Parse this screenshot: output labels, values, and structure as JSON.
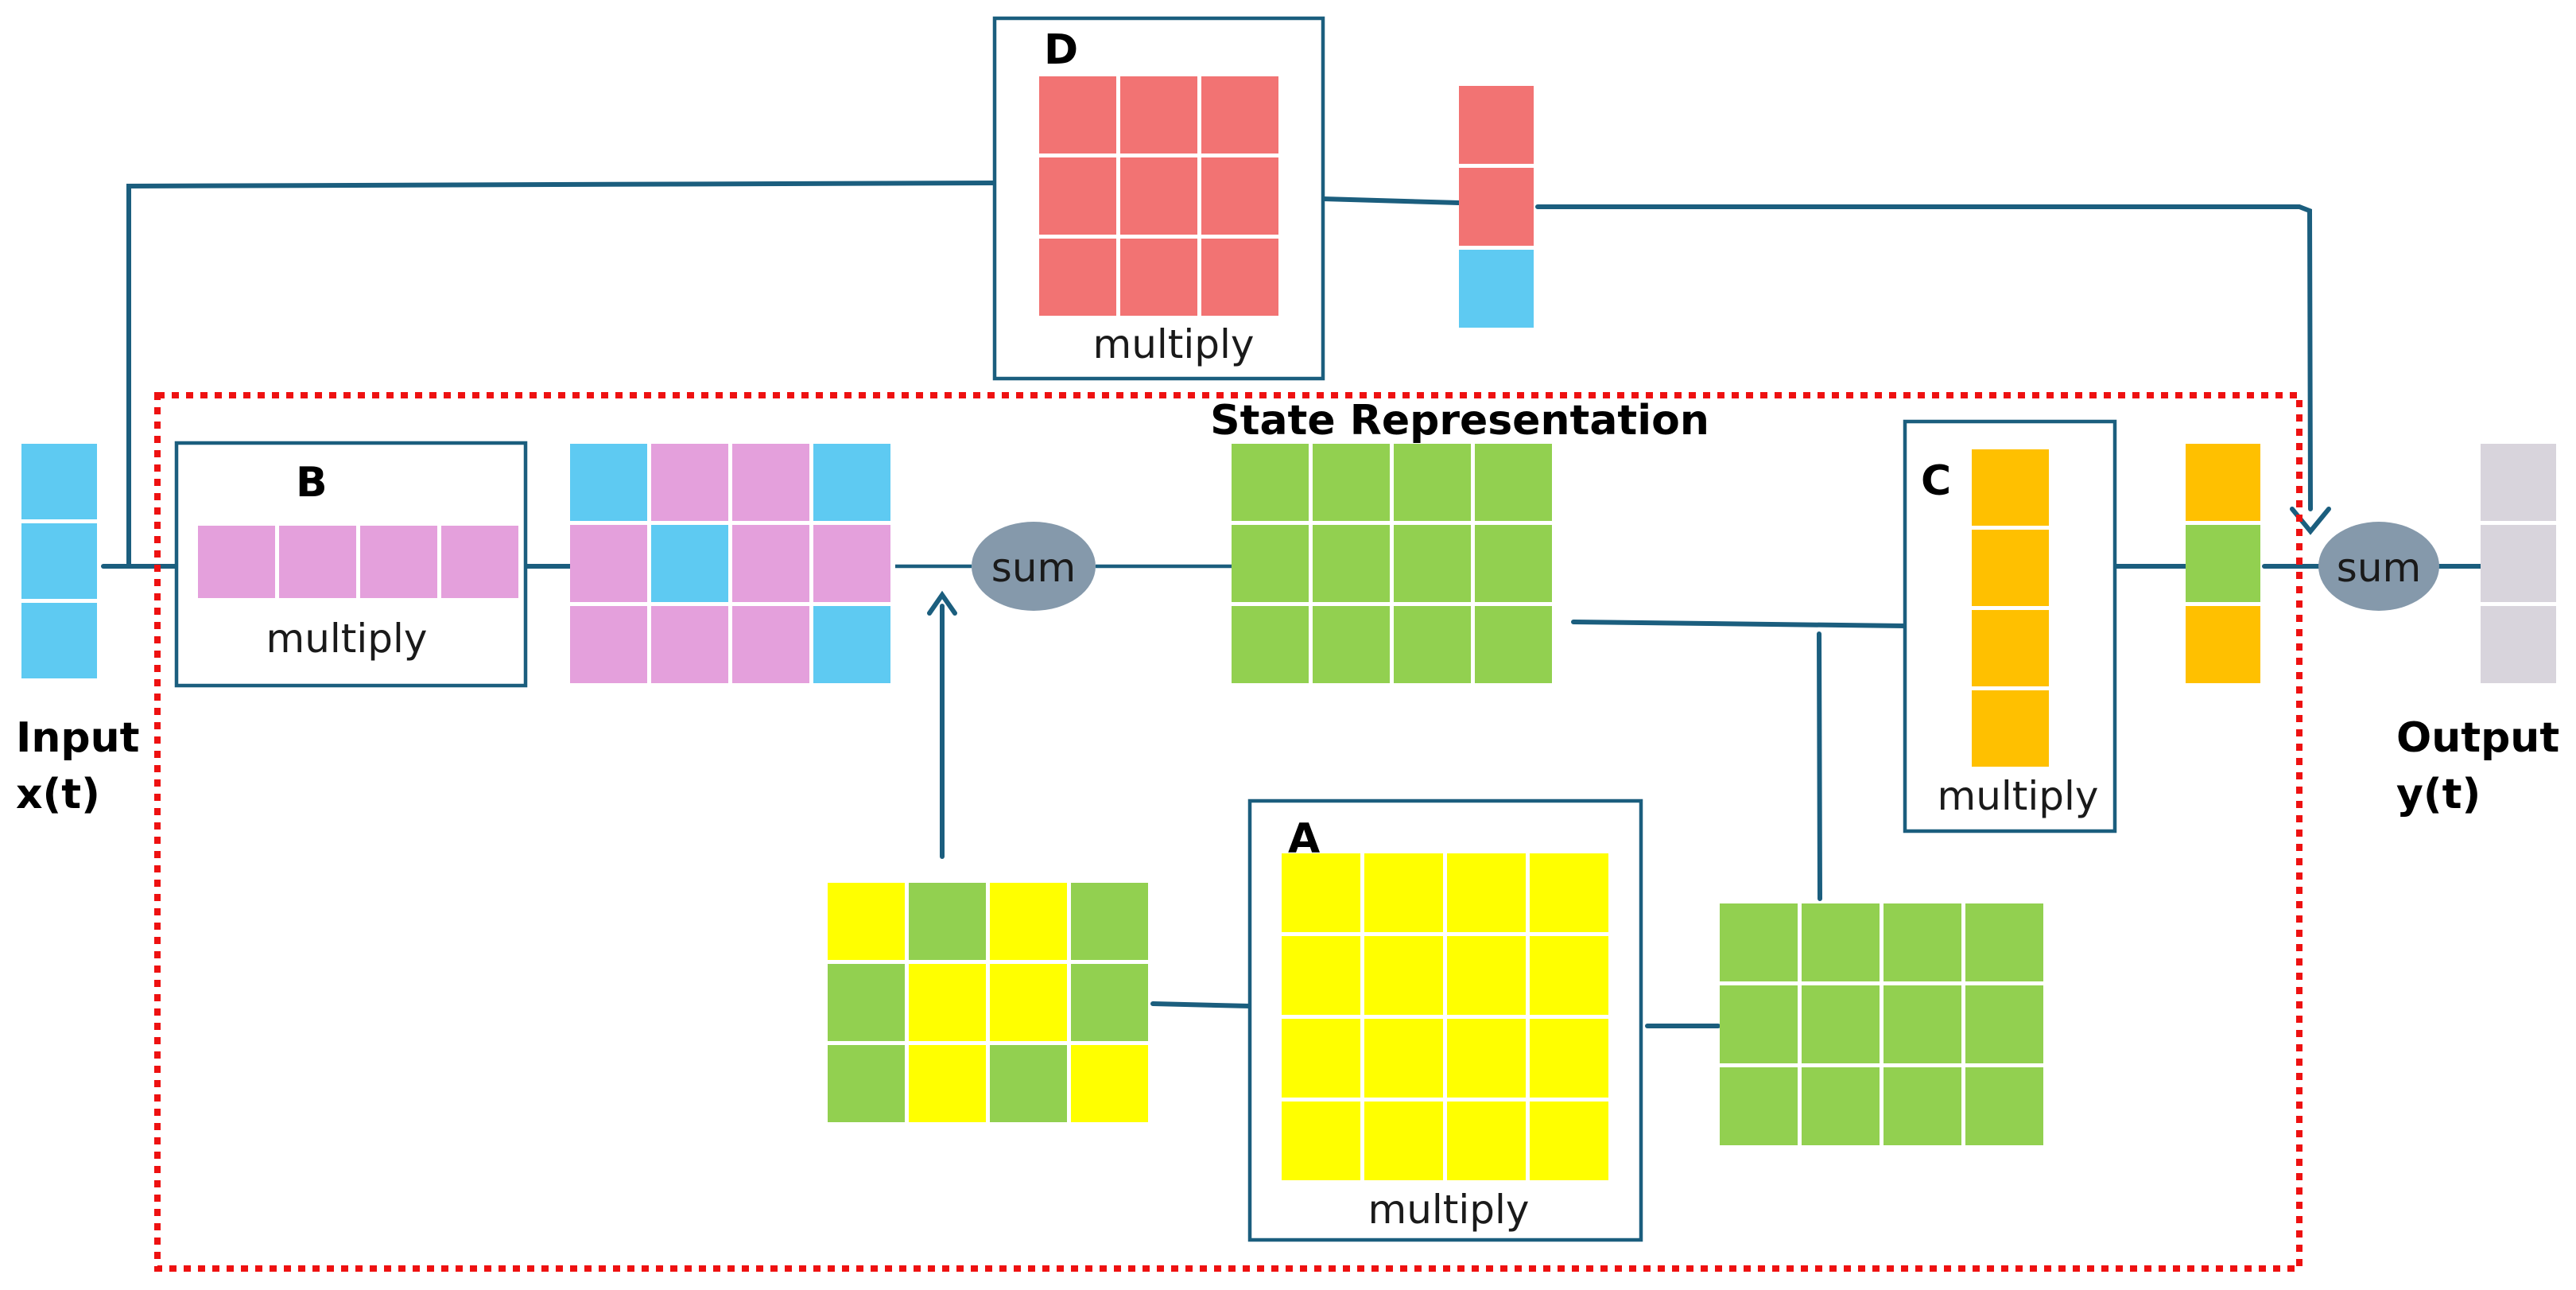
{
  "labels": {
    "input_line1": "Input",
    "input_line2": "x(t)",
    "output_line1": "Output",
    "output_line2": "y(t)",
    "state_region": "State Representation",
    "matrix_a": "A",
    "matrix_b": "B",
    "matrix_c": "C",
    "matrix_d": "D",
    "multiply_a": "multiply",
    "multiply_b": "multiply",
    "multiply_c": "multiply",
    "multiply_d": "multiply",
    "sum_state": "sum",
    "sum_output": "sum"
  },
  "colors": {
    "blue": "#5ecaf2",
    "pink": "#e4a0dc",
    "green": "#92d050",
    "yellow": "#ffff00",
    "orange": "#ffc000",
    "red": "#f27373",
    "gray": "#d8d4dc",
    "wire": "#1b5e7e",
    "region": "#ee1111",
    "sum_node": "#8599ab"
  },
  "matrices": {
    "input_vector": [
      [
        "b"
      ],
      [
        "b"
      ],
      [
        "b"
      ]
    ],
    "b_matrix": [
      [
        "p",
        "p",
        "p",
        "p"
      ]
    ],
    "bx_product": [
      [
        "b",
        "p",
        "p",
        "b"
      ],
      [
        "p",
        "b",
        "p",
        "p"
      ],
      [
        "p",
        "p",
        "p",
        "b"
      ]
    ],
    "state": [
      [
        "g",
        "g",
        "g",
        "g"
      ],
      [
        "g",
        "g",
        "g",
        "g"
      ],
      [
        "g",
        "g",
        "g",
        "g"
      ]
    ],
    "c_matrix": [
      [
        "o"
      ],
      [
        "o"
      ],
      [
        "o"
      ],
      [
        "o"
      ]
    ],
    "cx_product": [
      [
        "o"
      ],
      [
        "g"
      ],
      [
        "o"
      ]
    ],
    "output_vector": [
      [
        "x"
      ],
      [
        "x"
      ],
      [
        "x"
      ]
    ],
    "d_matrix": [
      [
        "r",
        "r",
        "r"
      ],
      [
        "r",
        "r",
        "r"
      ],
      [
        "r",
        "r",
        "r"
      ]
    ],
    "dx_product": [
      [
        "r"
      ],
      [
        "r"
      ],
      [
        "b"
      ]
    ],
    "a_matrix": [
      [
        "y",
        "y",
        "y",
        "y"
      ],
      [
        "y",
        "y",
        "y",
        "y"
      ],
      [
        "y",
        "y",
        "y",
        "y"
      ],
      [
        "y",
        "y",
        "y",
        "y"
      ]
    ],
    "state_copy": [
      [
        "g",
        "g",
        "g",
        "g"
      ],
      [
        "g",
        "g",
        "g",
        "g"
      ],
      [
        "g",
        "g",
        "g",
        "g"
      ]
    ],
    "ax_product": [
      [
        "y",
        "g",
        "y",
        "g"
      ],
      [
        "g",
        "y",
        "y",
        "g"
      ],
      [
        "g",
        "y",
        "g",
        "y"
      ]
    ]
  },
  "icons": {
    "arrow_into_sum": "arrowhead-up-icon",
    "arrow_into_output_sum": "arrowhead-down-icon"
  }
}
